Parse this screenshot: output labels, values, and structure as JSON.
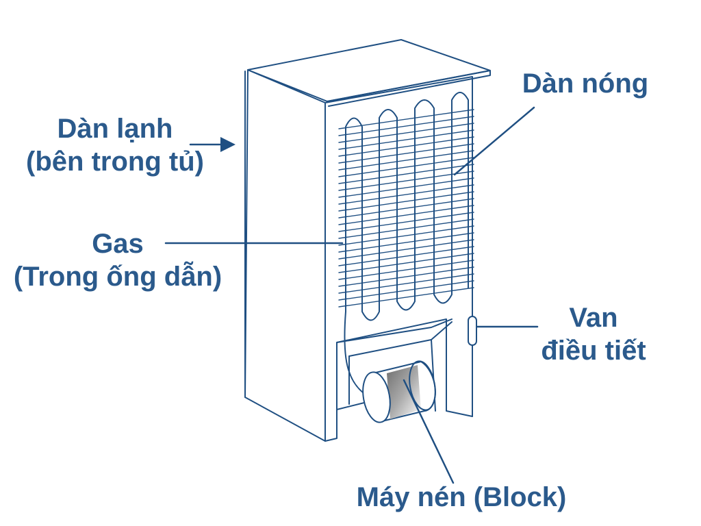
{
  "colors": {
    "text": "#2b5a8c",
    "outline": "#1f4f82",
    "background": "#ffffff"
  },
  "labels": {
    "cold_coil": {
      "line1": "Dàn lạnh",
      "line2": "(bên trong tủ)"
    },
    "hot_coil": {
      "line1": "Dàn nóng"
    },
    "gas": {
      "line1": "Gas",
      "line2": "(Trong ống dẫn)"
    },
    "valve": {
      "line1": "Van",
      "line2": "điều tiết"
    },
    "compressor": {
      "line1": "Máy nén (Block)"
    }
  }
}
